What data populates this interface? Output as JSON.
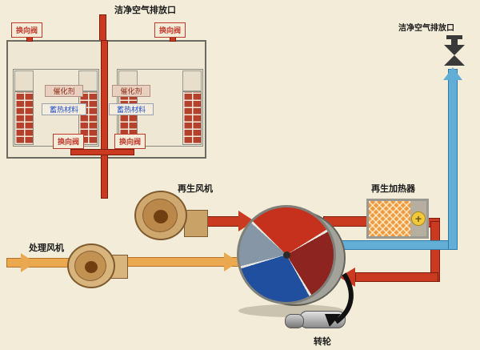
{
  "labels": {
    "top_outlet": "洁净空气排放口",
    "right_outlet": "洁净空气排放口",
    "reversing_valve": "换向阀",
    "catalyst": "催化剂",
    "heat_storage": "蓄热材料",
    "regen_fan": "再生风机",
    "process_fan": "处理风机",
    "regen_heater": "再生加热器",
    "rotor": "转轮"
  },
  "icons": {
    "heater_plus": "+"
  },
  "colors": {
    "background": "#f2ecd9",
    "pipe_hot": "#c93a20",
    "pipe_process": "#eaa84f",
    "pipe_clean": "#62aed6",
    "brick": "#b5402c",
    "heater_fill": "#ef9a3e",
    "wheel_red": "#c5311c",
    "wheel_maroon": "#8e2420",
    "wheel_blue": "#1f4f9e",
    "wheel_gray": "#8796a6"
  }
}
